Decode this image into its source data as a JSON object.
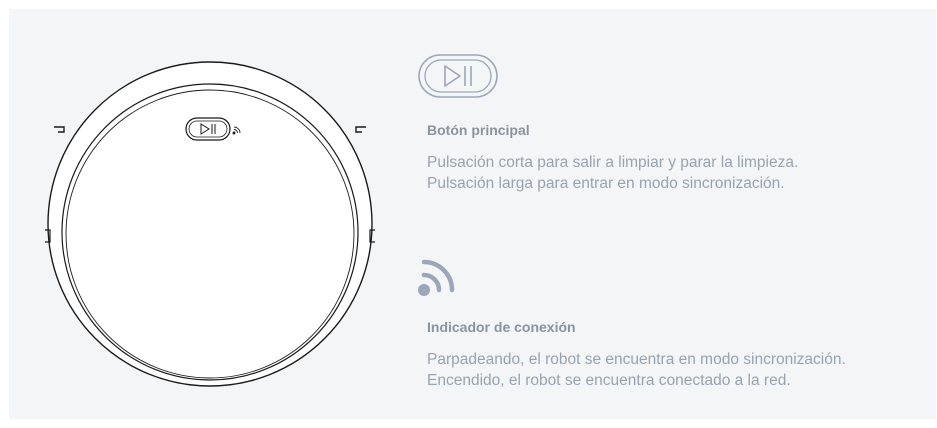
{
  "features": [
    {
      "icon": "play-pause-icon",
      "title": "Botón principal",
      "lines": [
        "Pulsación corta para salir a limpiar y parar la limpieza.",
        "Pulsación larga para entrar en modo sincronización."
      ]
    },
    {
      "icon": "wifi-icon",
      "title": "Indicador de conexión",
      "lines": [
        "Parpadeando, el robot se encuentra en modo sincronización.",
        "Encendido, el robot se encuentra conectado a la red."
      ]
    }
  ],
  "colors": {
    "panel_background": "#f4f5f7",
    "icon_stroke": "#9aa7b8",
    "title_text": "#8a94a1",
    "description_text": "#98a3b0",
    "robot_outline": "#1a1a1a"
  }
}
